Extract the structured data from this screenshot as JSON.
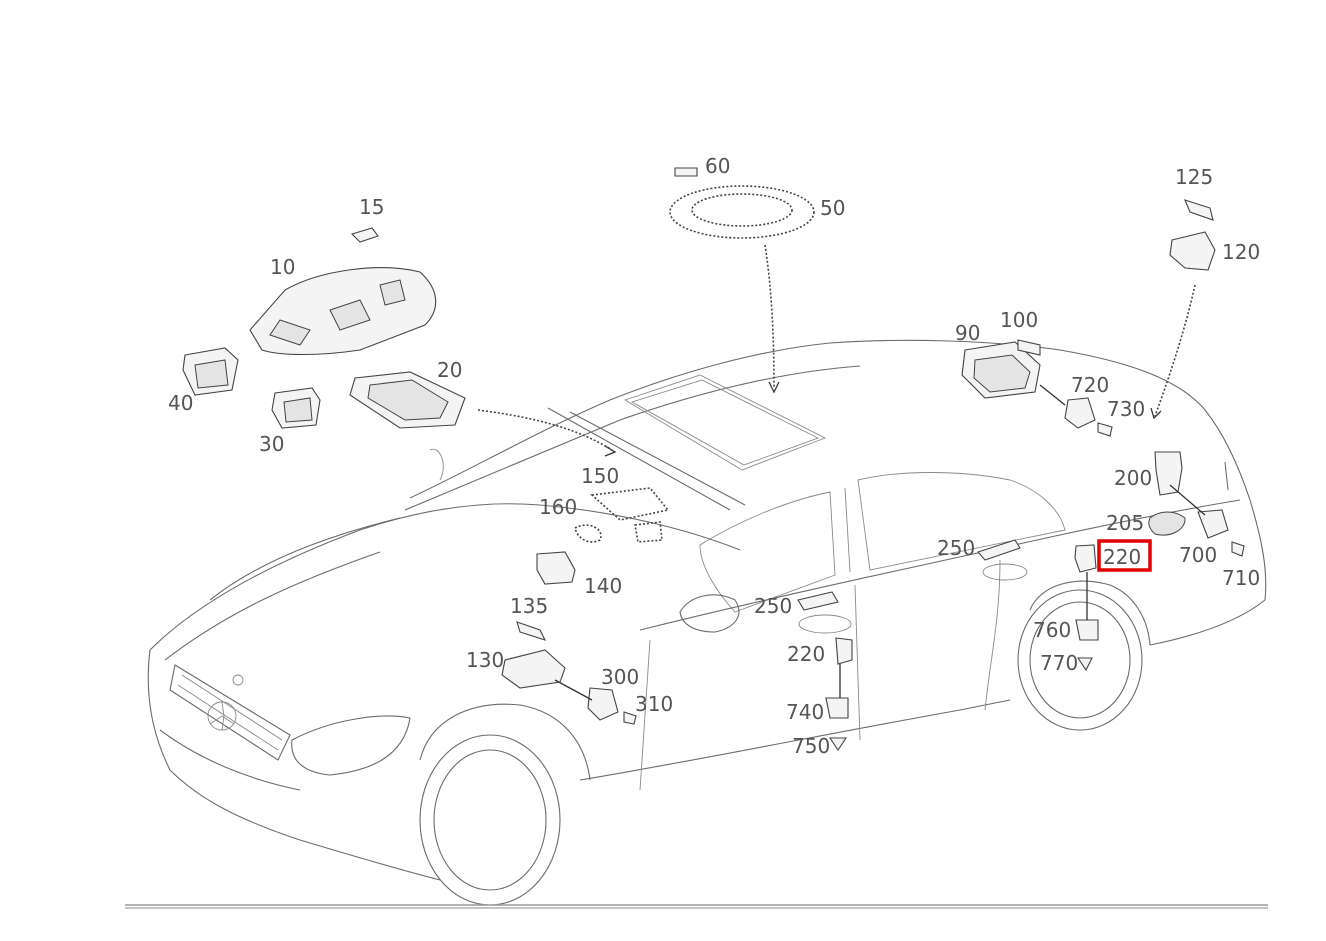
{
  "diagram": {
    "labels": [
      "15",
      "10",
      "40",
      "30",
      "20",
      "60",
      "50",
      "125",
      "120",
      "90",
      "100",
      "720",
      "730",
      "150",
      "160",
      "140",
      "200",
      "205",
      "700",
      "710",
      "220",
      "250",
      "135",
      "130",
      "300",
      "310",
      "250",
      "220",
      "740",
      "750",
      "760",
      "770"
    ],
    "highlighted_label": "220",
    "colors": {
      "highlight": "#e00000",
      "label": "#555555",
      "line": "#6b6b6b"
    }
  }
}
